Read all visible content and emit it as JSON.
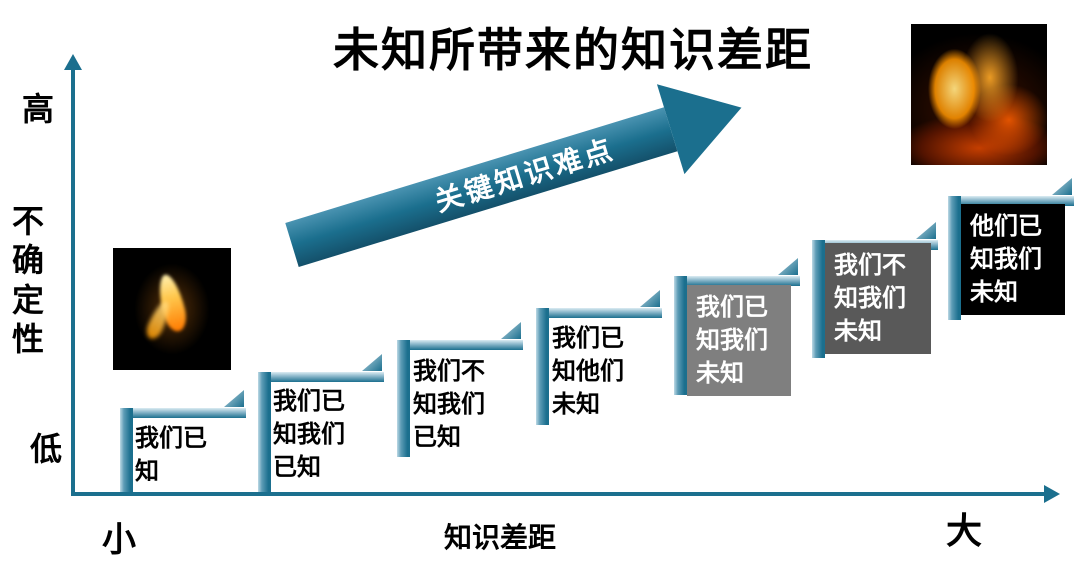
{
  "title": "未知所带来的知识差距",
  "arrow_label": "关键知识难点",
  "y_axis": {
    "high": "高",
    "label": "不确定性",
    "low": "低"
  },
  "x_axis": {
    "small": "小",
    "label": "知识差距",
    "large": "大"
  },
  "steps": [
    {
      "label": "我们已知",
      "bg": "#ffffff",
      "fg": "#000000"
    },
    {
      "label": "我们已知我们已知",
      "bg": "#ffffff",
      "fg": "#000000"
    },
    {
      "label": "我们不知我们已知",
      "bg": "#ffffff",
      "fg": "#000000"
    },
    {
      "label": "我们已知他们未知",
      "bg": "#ffffff",
      "fg": "#000000"
    },
    {
      "label": "我们已知我们未知",
      "bg": "#7f7f7f",
      "fg": "#ffffff"
    },
    {
      "label": "我们不知我们未知",
      "bg": "#595959",
      "fg": "#ffffff"
    },
    {
      "label": "他们已知我们未知",
      "bg": "#000000",
      "fg": "#ffffff"
    }
  ],
  "images": {
    "left": "candle-flame-image",
    "right": "bonfire-image"
  },
  "colors": {
    "accent": "#1b6f8e",
    "step_gray": "#7f7f7f",
    "step_dark_gray": "#595959",
    "step_black": "#000000"
  }
}
